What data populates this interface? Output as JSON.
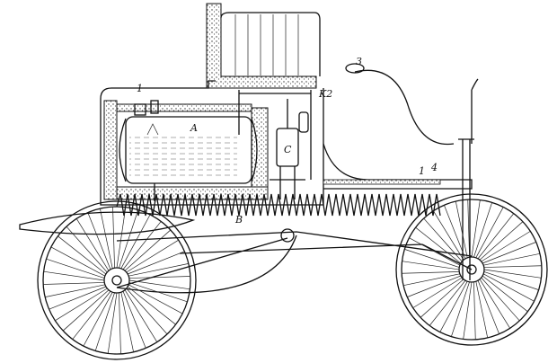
{
  "figure": {
    "labels": {
      "l1": "1",
      "tank": "A",
      "cyl": "C",
      "k2": "K2",
      "l3": "3",
      "l1b": "1",
      "l4": "4",
      "b": "B"
    },
    "ink_color": "#111111",
    "paper_color": "#ffffff"
  }
}
